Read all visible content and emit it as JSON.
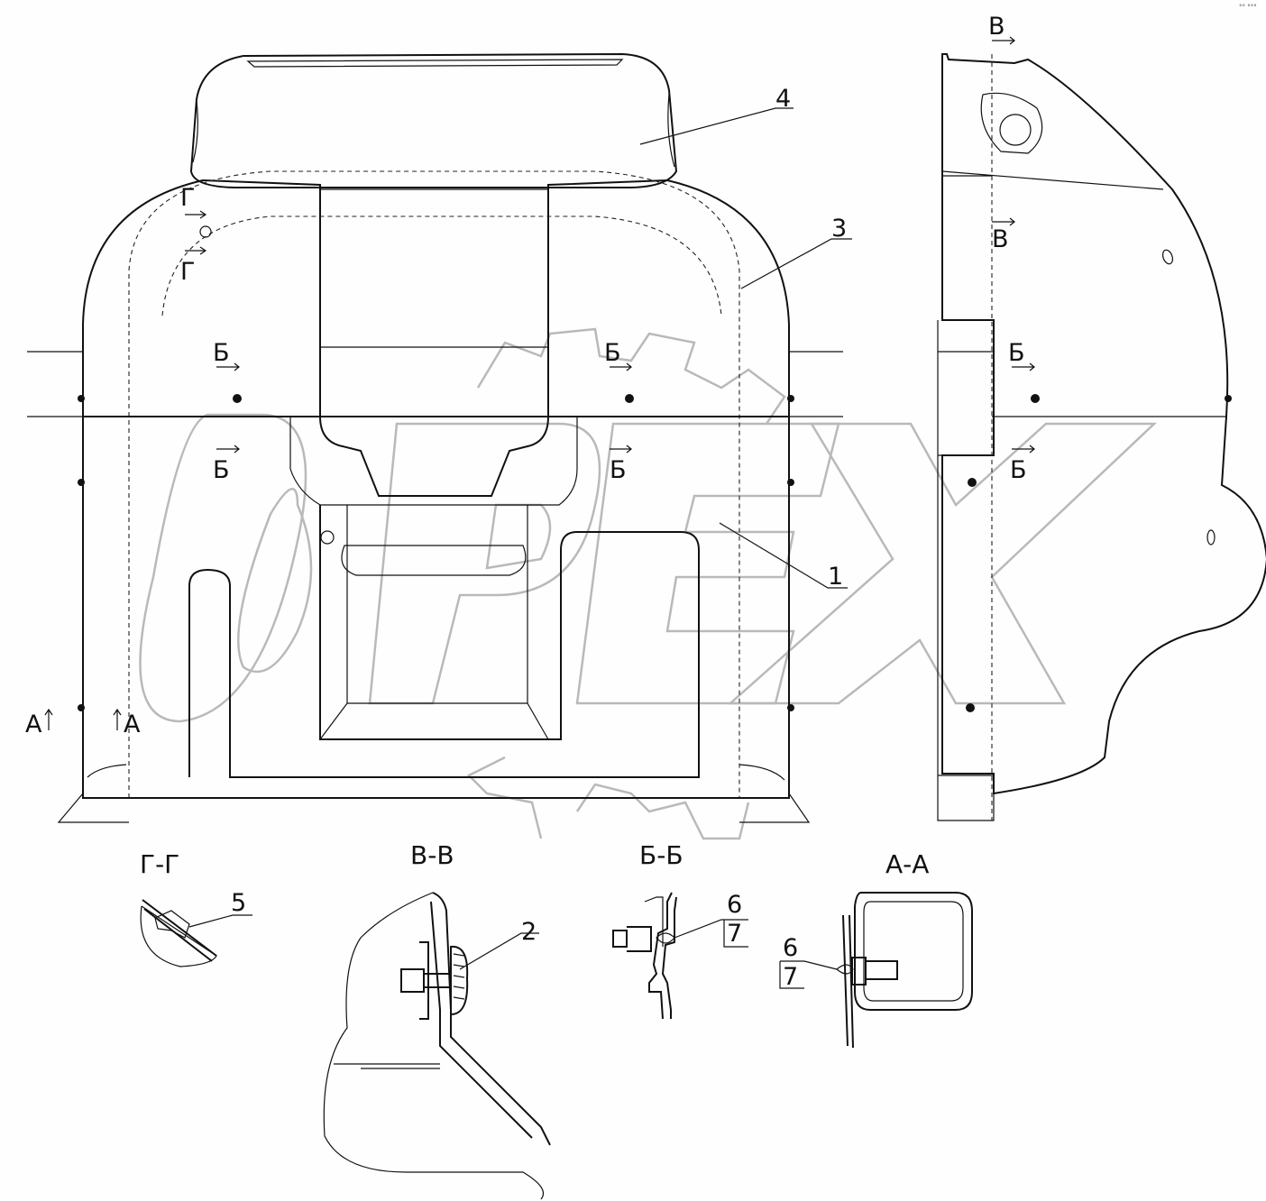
{
  "corner_mark": "°° °°°",
  "watermark": "OPEX",
  "callouts": {
    "part1": "1",
    "part2": "2",
    "part3": "3",
    "part4": "4",
    "part5": "5",
    "part6": "6",
    "part7": "7"
  },
  "section_marks": {
    "a": "А",
    "b": "Б",
    "v": "В",
    "g": "Г"
  },
  "section_titles": {
    "gg": "Г-Г",
    "vv": "В-В",
    "bb": "Б-Б",
    "aa": "А-А"
  },
  "colors": {
    "line": "#111111",
    "watermark": "#b9b9b9",
    "background": "#fefefe"
  }
}
